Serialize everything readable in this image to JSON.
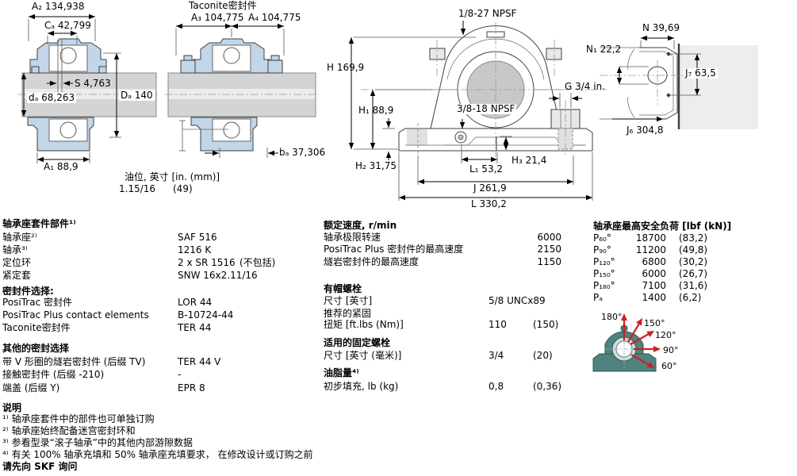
{
  "colors": {
    "housing_fill": "#c3d6e8",
    "shaft_fill": "#d4d4d4",
    "shaft_stripe": "#ececec",
    "bore_fill": "#c8c8c8",
    "load_housing": "#4e8380",
    "load_ring": "#cfdede",
    "arrow_red": "#cc2024",
    "gray_block": "#ededed",
    "bolt_fill": "#e8e8e8"
  },
  "dims": {
    "a2": "A₂ 134,938",
    "ca": "Cₐ 42,799",
    "s": "S 4,763",
    "da": "dₐ 68,263",
    "Da": "Dₐ 140",
    "a1": "A₁ 88,9",
    "taconite_title": "Taconite密封件",
    "a3": "A₃ 104,775",
    "a4": "A₄ 104,775",
    "ba": "bₐ 37,306",
    "oil_label": "油位, 英寸 [in. (mm)]",
    "oil_in": "1.15/16",
    "oil_mm": "(49)",
    "npsf1": "1/8-27 NPSF",
    "npsf2": "3/8-18 NPSF",
    "h": "H 169,9",
    "h1": "H₁ 88,9",
    "h2": "H₂ 31,75",
    "h3": "H₃ 21,4",
    "l1": "L₁ 53,2",
    "j": "J 261,9",
    "l": "L 330,2",
    "g": "G 3/4 in.",
    "n": "N 39,69",
    "n1": "N₁ 22,2",
    "j7": "J₇ 63,5",
    "j6": "J₆ 304,8"
  },
  "kit": {
    "title": "轴承座套件部件¹⁾",
    "rows": [
      {
        "label": "轴承座²⁾",
        "value": "SAF 516"
      },
      {
        "label": "轴承³⁾",
        "value": "1216 K"
      },
      {
        "label": "定位环",
        "value": "2 x SR 1516",
        "note": "(不包括)"
      },
      {
        "label": "紧定套",
        "value": "SNW 16x2.11/16"
      }
    ],
    "seal_title": "密封件选择:",
    "seal_rows": [
      {
        "label": "PosiTrac 密封件",
        "value": "LOR 44"
      },
      {
        "label": "PosiTrac Plus contact elements",
        "value": "B-10724-44"
      },
      {
        "label": "Taconite密封件",
        "value": "TER 44"
      }
    ],
    "other_title": "其他的密封选择",
    "other_rows": [
      {
        "label": "带 V 形圈的燧岩密封件 (后缀 TV)",
        "value": "TER 44 V"
      },
      {
        "label": "接触密封件 (后缀 -210)",
        "value": "-"
      },
      {
        "label": "端盖 (后缀 Y)",
        "value": "EPR 8"
      }
    ]
  },
  "speeds": {
    "title": "额定速度, r/min",
    "rows": [
      {
        "label": "轴承极限转速",
        "value": "6000"
      },
      {
        "label": "PosiTrac Plus 密封件的最高速度",
        "value": "2150"
      },
      {
        "label": "燧岩密封件的最高速度",
        "value": "1150"
      }
    ]
  },
  "cap_bolts": {
    "title": "有帽螺栓",
    "size_label": "尺寸 [英寸]",
    "size_value": "5/8 UNCx89",
    "rec_label": "推荐的紧固",
    "torque_label": "扭矩 [ft.lbs (Nm)]",
    "torque_value": "110",
    "torque_value2": "(150)"
  },
  "attach_bolts": {
    "title": "适用的固定螺栓",
    "size_label": "尺寸 [英寸 (毫米)]",
    "size_value": "3/4",
    "size_value2": "(20)"
  },
  "grease": {
    "title": "油脂量⁴⁾",
    "label": "初步填充, lb (kg)",
    "value": "0,8",
    "value2": "(0,36)"
  },
  "loads": {
    "title": "轴承座最高安全负荷 [lbf (kN)]",
    "rows": [
      {
        "label": "P₆₀°",
        "value": "18700",
        "kn": "(83,2)"
      },
      {
        "label": "P₉₀°",
        "value": "11200",
        "kn": "(49,8)"
      },
      {
        "label": "P₁₂₀°",
        "value": "6800",
        "kn": "(30,2)"
      },
      {
        "label": "P₁₅₀°",
        "value": "6000",
        "kn": "(26,7)"
      },
      {
        "label": "P₁₈₀°",
        "value": "7100",
        "kn": "(31,6)"
      },
      {
        "label": "Pₐ",
        "value": "1400",
        "kn": "(6,2)"
      }
    ],
    "angles": {
      "a180": "180°",
      "a150": "150°",
      "a120": "120°",
      "a90": "90°",
      "a60": "60°"
    }
  },
  "notes": {
    "title": "说明",
    "items": [
      "¹⁾ 轴承座套件中的部件也可单独订购",
      "²⁾ 轴承座始终配备迷宫密封环和",
      "³⁾ 参看型录“滚子轴承”中的其他内部游隙数据",
      "⁴⁾ 有关 100% 轴承充填和 50% 轴承座充填要求， 在修改设计或订购之前"
    ],
    "footer": "请先向 SKF 询问"
  }
}
